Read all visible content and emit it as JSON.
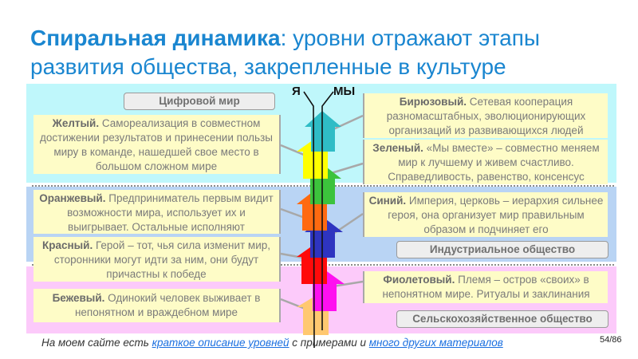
{
  "title": {
    "bold": "Спиральная динамика",
    "rest": ": уровни отражают этапы развития общества, закрепленные в культуре"
  },
  "spine": {
    "left_label": "Я",
    "right_label": "МЫ"
  },
  "society_labels": {
    "digital": "Цифровой мир",
    "industrial": "Индустриальное общество",
    "agricultural": "Сельскохозяйственное общество"
  },
  "colors": {
    "title": "#1a86d0",
    "band_digital": "#bff7fb",
    "band_industrial": "#b9d4f4",
    "band_agricultural": "#fccafa",
    "card_bg": "#fefcc7",
    "link": "#1a6fe0"
  },
  "levels": [
    {
      "id": "turquoise",
      "name": "Бирюзовый.",
      "text": "Сетевая кооперация разномасштабных, эволюционирующих организаций из развивающихся людей",
      "color": "#2fbcc6",
      "side": "right"
    },
    {
      "id": "yellow",
      "name": "Желтый.",
      "text": "Самореализация в совместном достижении результатов и принесении пользы миру в команде, нашедшей свое место в большом сложном мире",
      "color": "#ffff00",
      "side": "left"
    },
    {
      "id": "green",
      "name": "Зеленый.",
      "text": "«Мы вместе» – совместно меняем мир к лучшему и живем счастливо. Справедливость, равенство, консенсус",
      "color": "#3cc33c",
      "side": "right"
    },
    {
      "id": "orange",
      "name": "Оранжевый.",
      "text": "Предприниматель первым видит возможности мира, использует их и выигрывает. Остальные исполняют",
      "color": "#ff6a10",
      "side": "left"
    },
    {
      "id": "blue",
      "name": "Синий.",
      "text": "Империя, церковь – иерархия сильнее героя, она организует мир правильным образом и подчиняет его",
      "color": "#2e34c0",
      "side": "right"
    },
    {
      "id": "red",
      "name": "Красный.",
      "text": "Герой – тот, чья сила изменит мир, сторонники могут идти за ним, они будут причастны к победе",
      "color": "#ff0a0a",
      "side": "left"
    },
    {
      "id": "violet",
      "name": "Фиолетовый.",
      "text": "Племя – остров «своих» в непонятном мире. Ритуалы и заклинания",
      "color": "#ff10f0",
      "side": "right"
    },
    {
      "id": "beige",
      "name": "Бежевый.",
      "text": "Одинокий человек выживает в непонятном и враждебном мире",
      "color": "#ffc870",
      "side": "left"
    }
  ],
  "footer": {
    "prefix": "На моем сайте есть ",
    "link1": "краткое описание уровней",
    "middle": " с примерами и ",
    "link2": "много других материалов"
  },
  "page_number": "54/86"
}
